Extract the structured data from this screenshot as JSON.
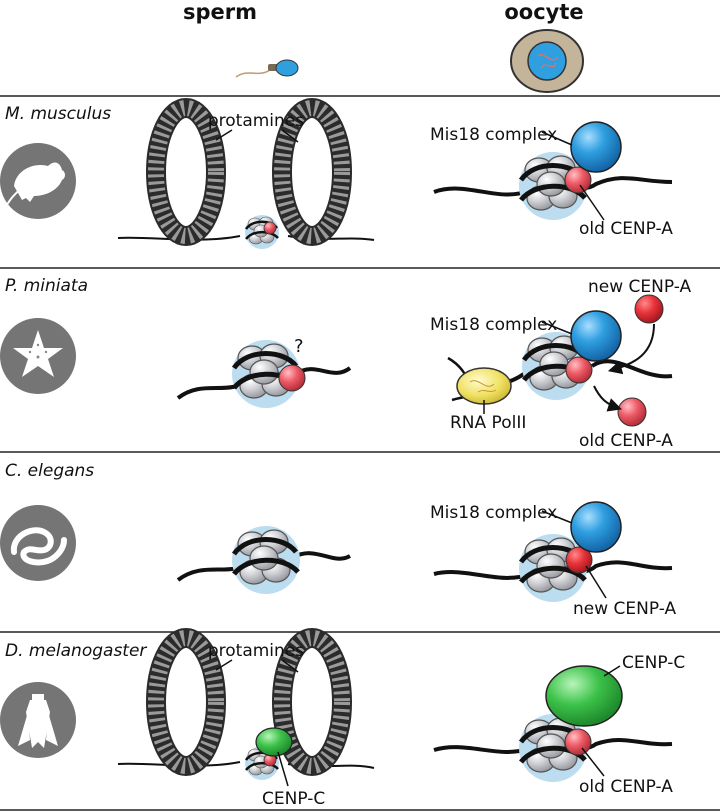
{
  "header": {
    "sperm": "sperm",
    "oocyte": "oocyte"
  },
  "rows": [
    {
      "species": "M. musculus",
      "icon": "mouse-icon",
      "sperm_labels": {
        "protamines": "protamines"
      },
      "oocyte_labels": {
        "mis18": "Mis18 complex",
        "cenpa": "old CENP-A"
      }
    },
    {
      "species": "P. miniata",
      "icon": "starfish-icon",
      "sperm_labels": {
        "question": "?"
      },
      "oocyte_labels": {
        "mis18": "Mis18 complex",
        "new_cenpa": "new CENP-A",
        "polii": "RNA PolII",
        "old_cenpa": "old CENP-A"
      }
    },
    {
      "species": "C. elegans",
      "icon": "worm-icon",
      "oocyte_labels": {
        "mis18": "Mis18 complex",
        "cenpa": "new CENP-A"
      }
    },
    {
      "species": "D. melanogaster",
      "icon": "fly-icon",
      "sperm_labels": {
        "protamines": "protamines",
        "cenpc": "CENP-C"
      },
      "oocyte_labels": {
        "cenpc": "CENP-C",
        "cenpa": "old CENP-A"
      }
    }
  ],
  "colors": {
    "mis18": "#2f9fe0",
    "cenpa": "#ee5a66",
    "new_cenpa": "#e8323a",
    "cenpc": "#3cc24a",
    "polii": "#f0e060",
    "halo": "#bcdcef",
    "histone": "#cfd1d5",
    "oocyte_cell": "#c4b49a",
    "icon_bg": "#757575"
  }
}
